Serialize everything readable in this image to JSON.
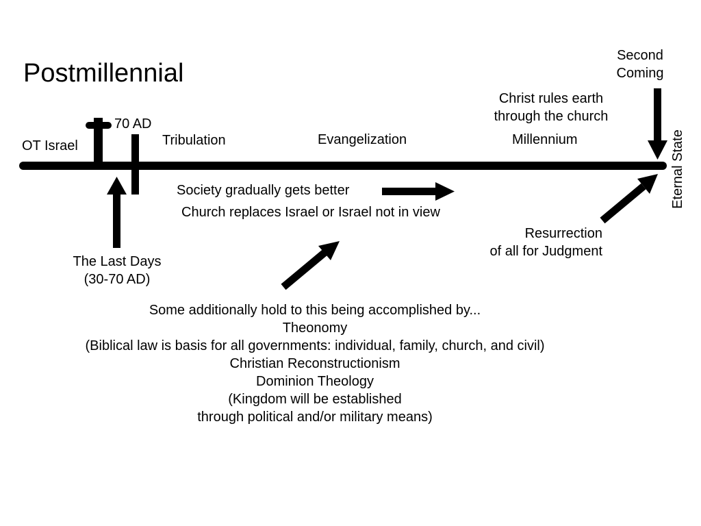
{
  "title": "Postmillennial",
  "timeline": {
    "ot_israel": "OT Israel",
    "seventy_ad": "70 AD",
    "tribulation": "Tribulation",
    "evangelization": "Evangelization",
    "millennium": "Millennium",
    "christ_rules": [
      "Christ rules earth",
      "through the church"
    ],
    "second_coming": [
      "Second",
      "Coming"
    ],
    "eternal_state": "Eternal State"
  },
  "notes": {
    "society": "Society gradually gets better",
    "church_replaces": "Church replaces Israel or Israel not in view",
    "last_days": [
      "The Last Days",
      "(30-70 AD)"
    ],
    "resurrection": [
      "Resurrection",
      "of all for Judgment"
    ]
  },
  "additional": [
    "Some additionally hold to this being accomplished by...",
    "Theonomy",
    "(Biblical law is basis for all governments: individual, family, church, and civil)",
    "Christian Reconstructionism",
    "Dominion Theology",
    "(Kingdom will be established",
    "through political and/or military means)"
  ]
}
